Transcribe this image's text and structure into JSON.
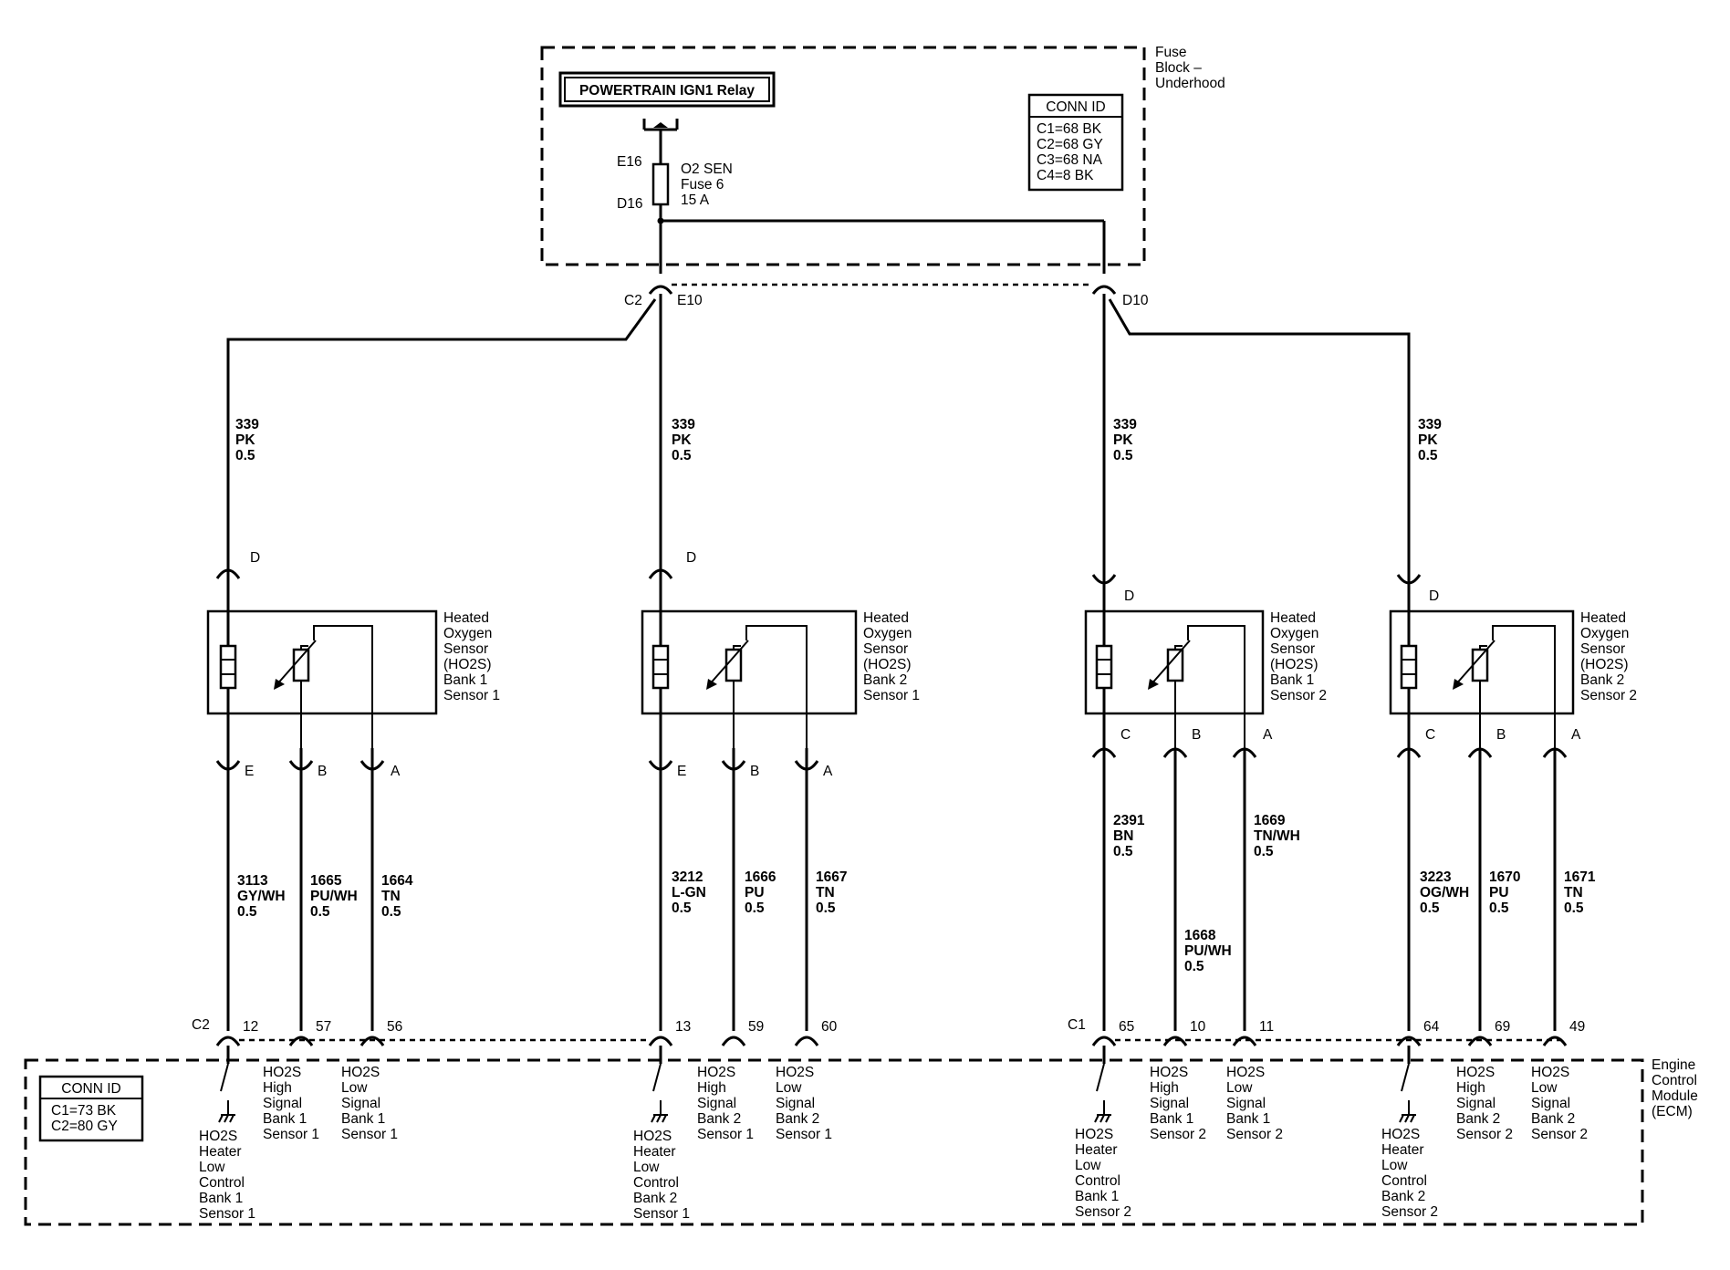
{
  "fuse_block": {
    "label": [
      "Fuse",
      "Block –",
      "Underhood"
    ],
    "relay": "POWERTRAIN IGN1 Relay",
    "fuse_top_pin": "E16",
    "fuse_bottom_pin": "D16",
    "fuse_label": [
      "O2 SEN",
      "Fuse 6",
      "15 A"
    ],
    "conn_id_title": "CONN ID",
    "conn_id": [
      "C1=68 BK",
      "C2=68 GY",
      "C3=68 NA",
      "C4=8 BK"
    ],
    "out_conn": "C2",
    "out_pin_left": "E10",
    "out_pin_right": "D10"
  },
  "ecm": {
    "label": [
      "Engine",
      "Control",
      "Module",
      "(ECM)"
    ],
    "conn_id_title": "CONN ID",
    "conn_id": [
      "C1=73 BK",
      "C2=80 GY"
    ],
    "conn_left": "C2",
    "conn_right": "C1"
  },
  "sensors": [
    {
      "name": [
        "Heated",
        "Oxygen",
        "Sensor",
        "(HO2S)",
        "Bank 1",
        "Sensor 1"
      ],
      "power_pin": "D",
      "power_wire": [
        "339",
        "PK",
        "0.5"
      ],
      "pins": [
        "E",
        "B",
        "A"
      ],
      "wires": [
        [
          "3113",
          "GY/WH",
          "0.5"
        ],
        [
          "1665",
          "PU/WH",
          "0.5"
        ],
        [
          "1664",
          "TN",
          "0.5"
        ]
      ],
      "ecm_pins": [
        "12",
        "57",
        "56"
      ],
      "ecm_labels": [
        [
          "HO2S",
          "Heater",
          "Low",
          "Control",
          "Bank 1",
          "Sensor 1"
        ],
        [
          "HO2S",
          "High",
          "Signal",
          "Bank 1",
          "Sensor 1"
        ],
        [
          "HO2S",
          "Low",
          "Signal",
          "Bank 1",
          "Sensor 1"
        ]
      ]
    },
    {
      "name": [
        "Heated",
        "Oxygen",
        "Sensor",
        "(HO2S)",
        "Bank 2",
        "Sensor 1"
      ],
      "power_pin": "D",
      "power_wire": [
        "339",
        "PK",
        "0.5"
      ],
      "pins": [
        "E",
        "B",
        "A"
      ],
      "wires": [
        [
          "3212",
          "L-GN",
          "0.5"
        ],
        [
          "1666",
          "PU",
          "0.5"
        ],
        [
          "1667",
          "TN",
          "0.5"
        ]
      ],
      "ecm_pins": [
        "13",
        "59",
        "60"
      ],
      "ecm_labels": [
        [
          "HO2S",
          "Heater",
          "Low",
          "Control",
          "Bank 2",
          "Sensor 1"
        ],
        [
          "HO2S",
          "High",
          "Signal",
          "Bank 2",
          "Sensor 1"
        ],
        [
          "HO2S",
          "Low",
          "Signal",
          "Bank 2",
          "Sensor 1"
        ]
      ]
    },
    {
      "name": [
        "Heated",
        "Oxygen",
        "Sensor",
        "(HO2S)",
        "Bank 1",
        "Sensor 2"
      ],
      "power_pin": "D",
      "power_wire": [
        "339",
        "PK",
        "0.5"
      ],
      "pins": [
        "C",
        "B",
        "A"
      ],
      "wires": [
        [
          "2391",
          "BN",
          "0.5"
        ],
        [
          "1668",
          "PU/WH",
          "0.5"
        ],
        [
          "1669",
          "TN/WH",
          "0.5"
        ]
      ],
      "ecm_pins": [
        "65",
        "10",
        "11"
      ],
      "ecm_labels": [
        [
          "HO2S",
          "Heater",
          "Low",
          "Control",
          "Bank 1",
          "Sensor 2"
        ],
        [
          "HO2S",
          "High",
          "Signal",
          "Bank 1",
          "Sensor 2"
        ],
        [
          "HO2S",
          "Low",
          "Signal",
          "Bank 1",
          "Sensor 2"
        ]
      ]
    },
    {
      "name": [
        "Heated",
        "Oxygen",
        "Sensor",
        "(HO2S)",
        "Bank 2",
        "Sensor 2"
      ],
      "power_pin": "D",
      "power_wire": [
        "339",
        "PK",
        "0.5"
      ],
      "pins": [
        "C",
        "B",
        "A"
      ],
      "wires": [
        [
          "3223",
          "OG/WH",
          "0.5"
        ],
        [
          "1670",
          "PU",
          "0.5"
        ],
        [
          "1671",
          "TN",
          "0.5"
        ]
      ],
      "ecm_pins": [
        "64",
        "69",
        "49"
      ],
      "ecm_labels": [
        [
          "HO2S",
          "Heater",
          "Low",
          "Control",
          "Bank 2",
          "Sensor 2"
        ],
        [
          "HO2S",
          "High",
          "Signal",
          "Bank 2",
          "Sensor 2"
        ],
        [
          "HO2S",
          "Low",
          "Signal",
          "Bank 2",
          "Sensor 2"
        ]
      ]
    }
  ]
}
